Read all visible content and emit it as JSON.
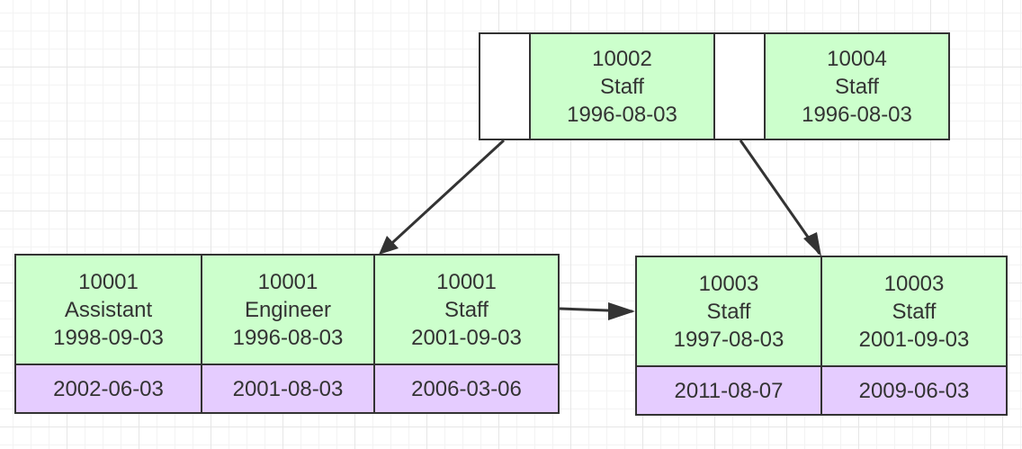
{
  "root": {
    "keys": [
      {
        "id": "10002",
        "title": "Staff",
        "date": "1996-08-03"
      },
      {
        "id": "10004",
        "title": "Staff",
        "date": "1996-08-03"
      }
    ]
  },
  "left_leaf": {
    "keys": [
      {
        "id": "10001",
        "title": "Assistant",
        "date": "1998-09-03"
      },
      {
        "id": "10001",
        "title": "Engineer",
        "date": "1996-08-03"
      },
      {
        "id": "10001",
        "title": "Staff",
        "date": "2001-09-03"
      }
    ],
    "values": [
      "2002-06-03",
      "2001-08-03",
      "2006-03-06"
    ]
  },
  "right_leaf": {
    "keys": [
      {
        "id": "10003",
        "title": "Staff",
        "date": "1997-08-03"
      },
      {
        "id": "10003",
        "title": "Staff",
        "date": "2001-09-03"
      }
    ],
    "values": [
      "2011-08-07",
      "2009-06-03"
    ]
  },
  "colors": {
    "key_fill": "#ccffcc",
    "value_fill": "#e5ccff",
    "pointer_fill": "#ffffff",
    "stroke": "#333333"
  }
}
